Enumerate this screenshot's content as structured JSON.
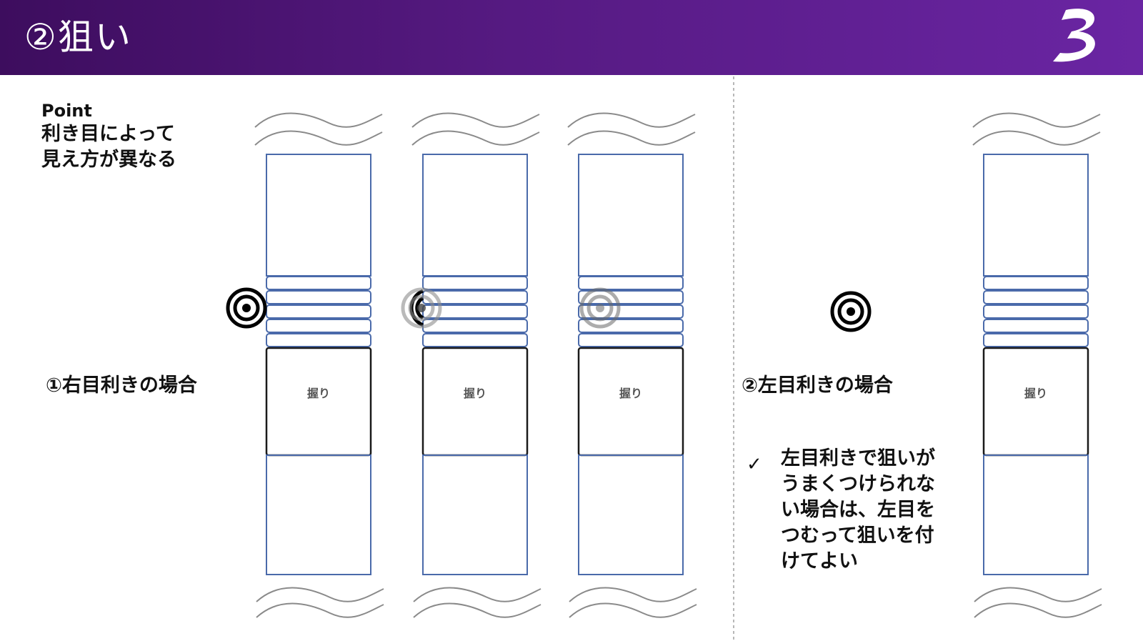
{
  "header": {
    "title": "②狙い",
    "logo_icon": "brand-b-logo-icon"
  },
  "point": {
    "label": "Point",
    "lines": [
      "利き目によって",
      "見え方が異なる"
    ]
  },
  "cases": {
    "right_eye": "①右目利きの場合",
    "left_eye": "②左目利きの場合"
  },
  "grip_label": "握り",
  "note": {
    "check": "✓",
    "lines": [
      "左目利きで狙いが",
      "うまくつけられな",
      "い場合は、左目を",
      "つむって狙いを付",
      "けてよい"
    ]
  },
  "colors": {
    "header_start": "#3d0d5e",
    "header_end": "#6a25a3",
    "column_border": "#4a6aaa",
    "grip_border": "#1a1a1a",
    "wave": "#8a8a8a",
    "target": "#000000",
    "target_faded": "#8c8c8c"
  }
}
